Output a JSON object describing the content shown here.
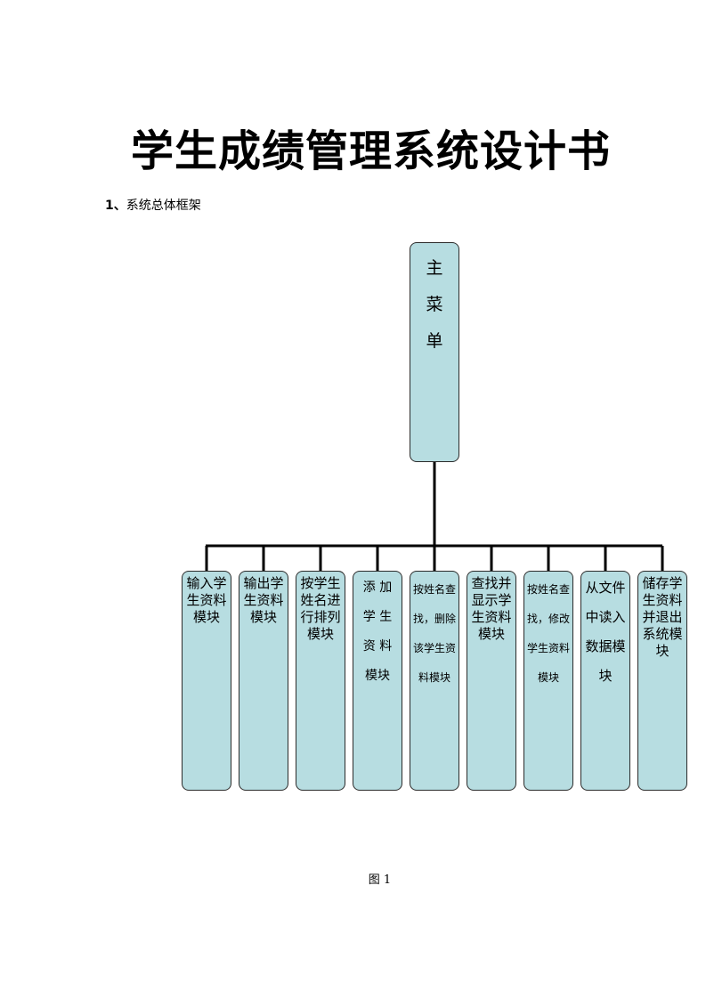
{
  "document": {
    "title": "学生成绩管理系统设计书",
    "section": {
      "number": "1、",
      "text": "系统总体框架"
    },
    "figure_caption": "图 1"
  },
  "diagram": {
    "root": {
      "chars": [
        "主",
        "菜",
        "单"
      ]
    },
    "modules": [
      {
        "label": "输入学生资料模块"
      },
      {
        "label": "输出学生资料模块"
      },
      {
        "label": "按学生姓名进行排列模块"
      },
      {
        "label": "添 加 学 生 资 料 模块"
      },
      {
        "label": "按姓名查找，删除该学生资料模块"
      },
      {
        "label": "查找并显示学生资料模块"
      },
      {
        "label": "按姓名查找，修改学生资料模块"
      },
      {
        "label": "从文件中读入数据模块"
      },
      {
        "label": "储存学生资料并退出系统模块"
      }
    ]
  }
}
